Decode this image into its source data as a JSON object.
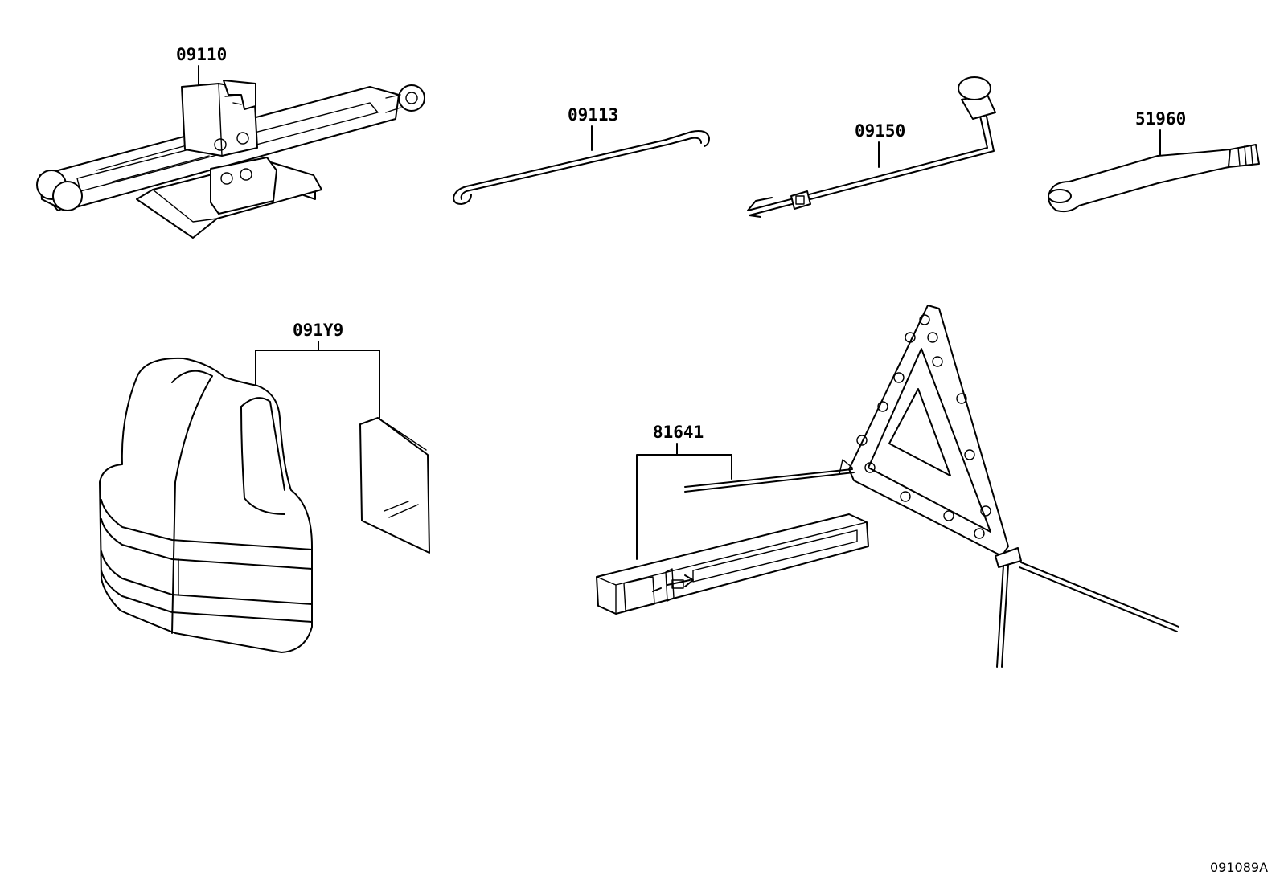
{
  "parts": [
    {
      "id": "jack",
      "number": "09110"
    },
    {
      "id": "jack-handle",
      "number": "09113"
    },
    {
      "id": "wheel-wrench",
      "number": "09150"
    },
    {
      "id": "towing-eye",
      "number": "51960"
    },
    {
      "id": "safety-vest",
      "number": "091Y9"
    },
    {
      "id": "warning-triangle",
      "number": "81641"
    }
  ],
  "illustration_code": "091089A",
  "colors": {
    "line": "#000000",
    "background": "#ffffff"
  }
}
